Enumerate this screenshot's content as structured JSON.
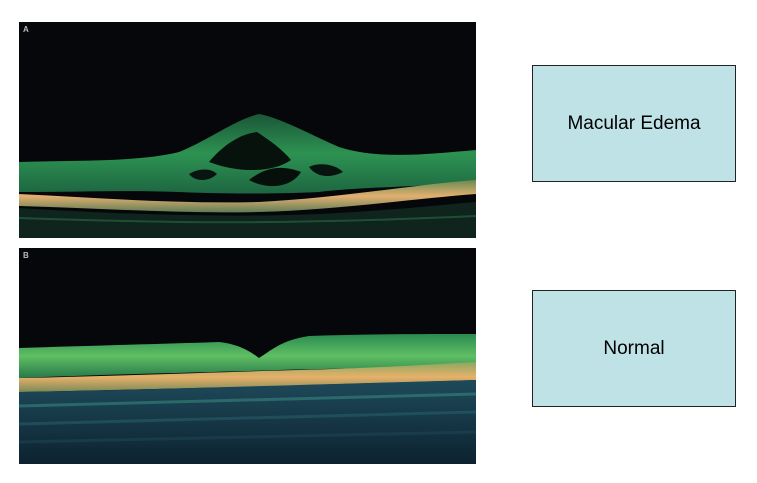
{
  "panels": [
    {
      "letter": "A",
      "label": "Macular Edema"
    },
    {
      "letter": "B",
      "label": "Normal"
    }
  ],
  "colors": {
    "label_box_fill": "#bfe2e6",
    "label_box_border": "#222222",
    "scan_background": "#05070a",
    "retina_green": "#2f9a55",
    "retina_orange": "#d9a15a"
  }
}
